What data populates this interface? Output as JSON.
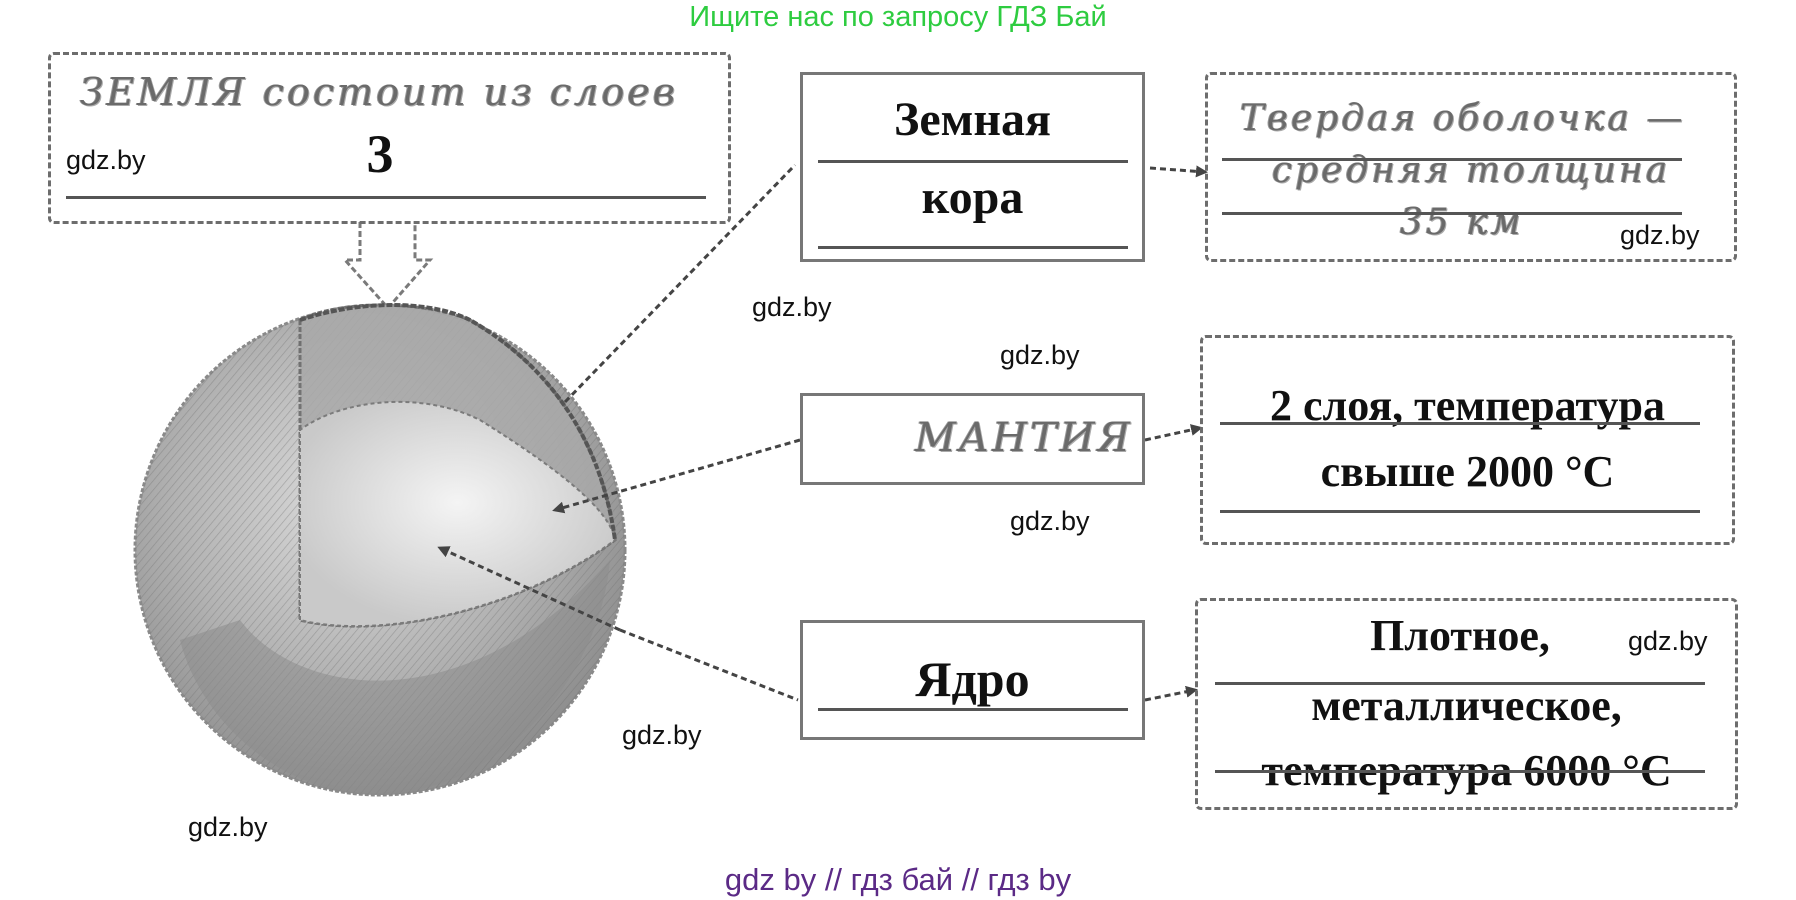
{
  "banner": {
    "top": "Ищите нас по запросу ГДЗ Бай",
    "bottom": "gdz by  //  гдз бай  //  гдз by"
  },
  "watermark": "gdz.by",
  "layers_count_box": {
    "handwritten": "ЗЕМЛЯ состоит из слоев",
    "number": "3"
  },
  "layers": {
    "crust": {
      "name_line1": "Земная",
      "name_line2": "кора",
      "description": [
        "Твердая оболочка —",
        "средняя толщина",
        "35 км"
      ]
    },
    "mantle": {
      "name": "МАНТИЯ",
      "description": [
        "2 слоя, температура",
        "свыше 2000 °С"
      ]
    },
    "core": {
      "name": "Ядро",
      "description": [
        "Плотное,",
        "металлическое,",
        "температура 6000 °С"
      ]
    }
  },
  "colors": {
    "top_banner": "#2ecc40",
    "bottom_banner": "#5b2a86",
    "border": "#6d6d6d"
  }
}
